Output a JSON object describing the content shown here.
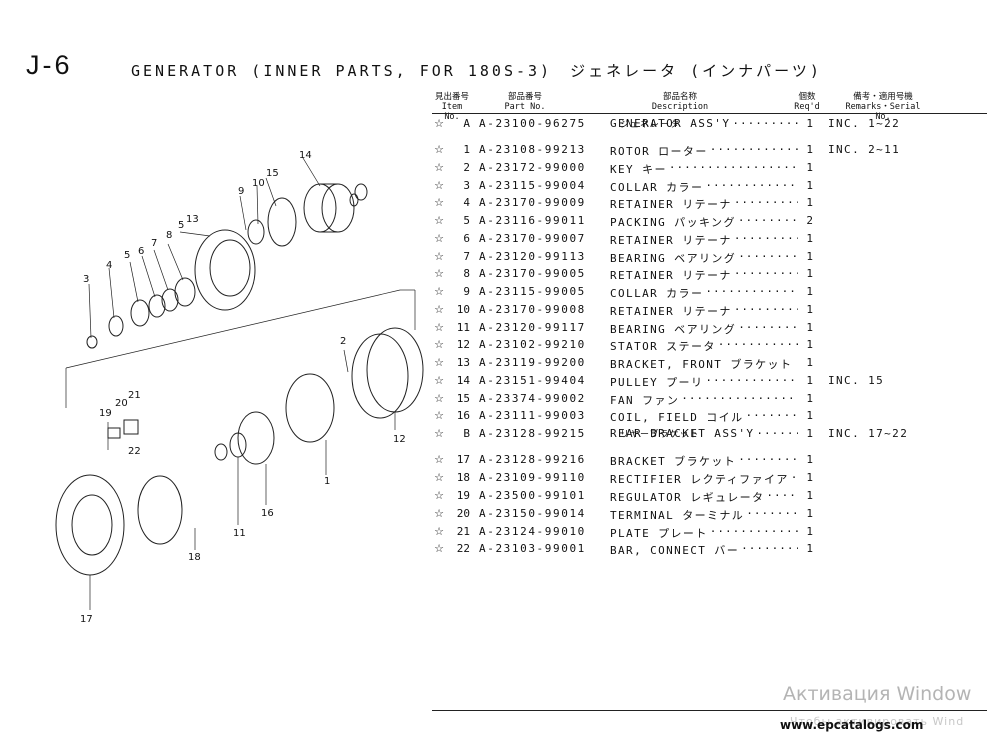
{
  "page": {
    "code": "J-6",
    "title": "GENERATOR (INNER PARTS, FOR 180S-3)　ジェネレータ (インナパーツ)"
  },
  "table": {
    "headers": {
      "item_jp": "見出番号",
      "item_en": "Item No.",
      "part_jp": "部品番号",
      "part_en": "Part No.",
      "desc_jp": "部品名称",
      "desc_en": "Description",
      "qty_jp": "個数",
      "qty_en": "Req'd",
      "rem_jp": "備考・適用号機",
      "rem_en": "Remarks・Serial No."
    },
    "rows": [
      {
        "star": "☆",
        "item": "A",
        "part": "A-23100-96275",
        "desc": "GENERATOR ASS'Y",
        "qty": "1",
        "remarks": "INC. 1~22",
        "sub": "ジェネレータ"
      },
      {
        "star": "☆",
        "item": "1",
        "part": "A-23108-99213",
        "desc": "ROTOR ローター",
        "qty": "1",
        "remarks": "INC. 2~11",
        "sub": ""
      },
      {
        "star": "☆",
        "item": "2",
        "part": "A-23172-99000",
        "desc": "KEY キー",
        "qty": "1",
        "remarks": "",
        "sub": ""
      },
      {
        "star": "☆",
        "item": "3",
        "part": "A-23115-99004",
        "desc": "COLLAR カラー",
        "qty": "1",
        "remarks": "",
        "sub": ""
      },
      {
        "star": "☆",
        "item": "4",
        "part": "A-23170-99009",
        "desc": "RETAINER リテーナ",
        "qty": "1",
        "remarks": "",
        "sub": ""
      },
      {
        "star": "☆",
        "item": "5",
        "part": "A-23116-99011",
        "desc": "PACKING パッキング",
        "qty": "2",
        "remarks": "",
        "sub": ""
      },
      {
        "star": "☆",
        "item": "6",
        "part": "A-23170-99007",
        "desc": "RETAINER リテーナ",
        "qty": "1",
        "remarks": "",
        "sub": ""
      },
      {
        "star": "☆",
        "item": "7",
        "part": "A-23120-99113",
        "desc": "BEARING ベアリング",
        "qty": "1",
        "remarks": "",
        "sub": ""
      },
      {
        "star": "☆",
        "item": "8",
        "part": "A-23170-99005",
        "desc": "RETAINER リテーナ",
        "qty": "1",
        "remarks": "",
        "sub": ""
      },
      {
        "star": "☆",
        "item": "9",
        "part": "A-23115-99005",
        "desc": "COLLAR カラー",
        "qty": "1",
        "remarks": "",
        "sub": ""
      },
      {
        "star": "☆",
        "item": "10",
        "part": "A-23170-99008",
        "desc": "RETAINER リテーナ",
        "qty": "1",
        "remarks": "",
        "sub": ""
      },
      {
        "star": "☆",
        "item": "11",
        "part": "A-23120-99117",
        "desc": "BEARING ベアリング",
        "qty": "1",
        "remarks": "",
        "sub": ""
      },
      {
        "star": "☆",
        "item": "12",
        "part": "A-23102-99210",
        "desc": "STATOR ステータ",
        "qty": "1",
        "remarks": "",
        "sub": ""
      },
      {
        "star": "☆",
        "item": "13",
        "part": "A-23119-99200",
        "desc": "BRACKET, FRONT ブラケット",
        "qty": "1",
        "remarks": "",
        "sub": ""
      },
      {
        "star": "☆",
        "item": "14",
        "part": "A-23151-99404",
        "desc": "PULLEY プーリ",
        "qty": "1",
        "remarks": "INC. 15",
        "sub": ""
      },
      {
        "star": "☆",
        "item": "15",
        "part": "A-23374-99002",
        "desc": "FAN ファン",
        "qty": "1",
        "remarks": "",
        "sub": ""
      },
      {
        "star": "☆",
        "item": "16",
        "part": "A-23111-99003",
        "desc": "COIL, FIELD コイル",
        "qty": "1",
        "remarks": "",
        "sub": ""
      },
      {
        "star": "☆",
        "item": "B",
        "part": "A-23128-99215",
        "desc": "REAR BRACKET ASS'Y",
        "qty": "1",
        "remarks": "INC. 17~22",
        "sub": "リヤーブラケット"
      },
      {
        "star": "☆",
        "item": "17",
        "part": "A-23128-99216",
        "desc": "BRACKET ブラケット",
        "qty": "1",
        "remarks": "",
        "sub": ""
      },
      {
        "star": "☆",
        "item": "18",
        "part": "A-23109-99110",
        "desc": "RECTIFIER レクティファイア",
        "qty": "1",
        "remarks": "",
        "sub": ""
      },
      {
        "star": "☆",
        "item": "19",
        "part": "A-23500-99101",
        "desc": "REGULATOR レギュレータ",
        "qty": "1",
        "remarks": "",
        "sub": ""
      },
      {
        "star": "☆",
        "item": "20",
        "part": "A-23150-99014",
        "desc": "TERMINAL ターミナル",
        "qty": "1",
        "remarks": "",
        "sub": ""
      },
      {
        "star": "☆",
        "item": "21",
        "part": "A-23124-99010",
        "desc": "PLATE プレート",
        "qty": "1",
        "remarks": "",
        "sub": ""
      },
      {
        "star": "☆",
        "item": "22",
        "part": "A-23103-99001",
        "desc": "BAR, CONNECT バー",
        "qty": "1",
        "remarks": "",
        "sub": ""
      }
    ]
  },
  "diagram_labels": [
    "14",
    "15",
    "10",
    "9",
    "13",
    "5",
    "8",
    "7",
    "6",
    "5",
    "4",
    "3",
    "2",
    "12",
    "1",
    "11",
    "16",
    "19",
    "20",
    "21",
    "22",
    "18",
    "17"
  ],
  "watermark": {
    "line1": "Активация Window",
    "line2": "Чтобы активировать Wind",
    "site": "www.epcatalogs.com"
  }
}
